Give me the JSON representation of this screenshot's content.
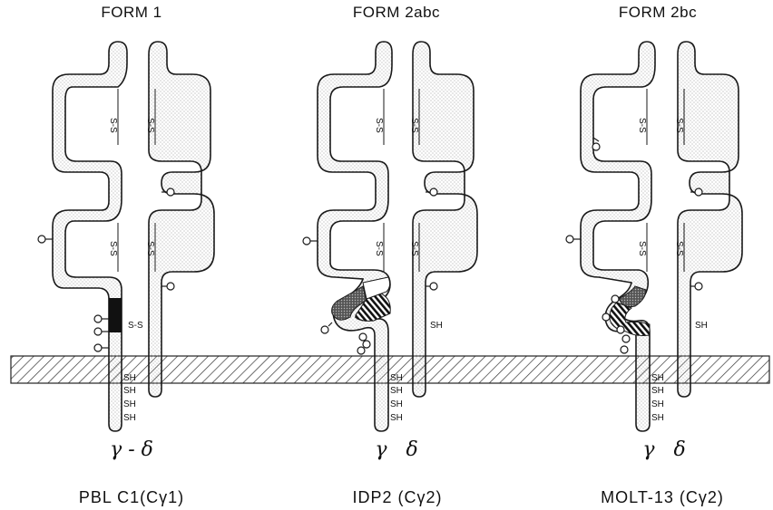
{
  "forms": [
    {
      "title": "FORM 1",
      "chains": "γ - δ",
      "cell_line": "PBL C1(Cγ1)",
      "gamma_bonds": [
        "S-S",
        "S-S",
        "S-S"
      ],
      "delta_bonds": [
        "S-S",
        "S-S"
      ],
      "tm_labels": [
        "SH",
        "SH",
        "SH",
        "SH"
      ]
    },
    {
      "title": "FORM 2abc",
      "chains": "γ   δ",
      "cell_line": "IDP2 (Cγ2)",
      "gamma_bonds": [
        "S-S",
        "S-S"
      ],
      "delta_bonds": [
        "S-S",
        "S-S",
        "SH"
      ],
      "tm_labels": [
        "SH",
        "SH",
        "SH",
        "SH"
      ]
    },
    {
      "title": "FORM 2bc",
      "chains": "γ   δ",
      "cell_line": "MOLT-13 (Cγ2)",
      "gamma_bonds": [
        "S-S",
        "S-S"
      ],
      "delta_bonds": [
        "S-S",
        "S-S",
        "SH"
      ],
      "tm_labels": [
        "SH",
        "SH",
        "SH",
        "SH"
      ]
    }
  ],
  "colors": {
    "stroke": "#1a1a1a",
    "stipple": "#8a8a8a",
    "membrane_hatch": "#333333"
  }
}
